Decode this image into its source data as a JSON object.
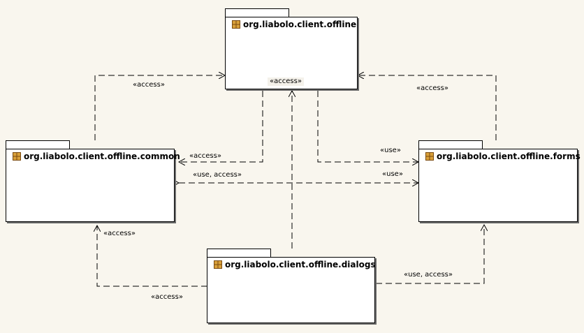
{
  "packages": {
    "offline": {
      "name": "org.liabolo.client.offline",
      "icon": "package-icon"
    },
    "common": {
      "name": "org.liabolo.client.offline.common",
      "icon": "package-icon"
    },
    "forms": {
      "name": "org.liabolo.client.offline.forms",
      "icon": "package-icon"
    },
    "dialogs": {
      "name": "org.liabolo.client.offline.dialogs",
      "icon": "package-icon"
    }
  },
  "dependencies": [
    {
      "from": "common",
      "to": "offline",
      "label": "«access»"
    },
    {
      "from": "dialogs",
      "to": "offline",
      "label": "«access»"
    },
    {
      "from": "forms",
      "to": "offline",
      "label": "«access»"
    },
    {
      "from": "offline",
      "to": "common",
      "label": "«access»"
    },
    {
      "from": "offline",
      "to": "forms",
      "label": "«use»"
    },
    {
      "from": "forms",
      "to": "common",
      "label": "«use, access»"
    },
    {
      "from": "common",
      "to": "forms",
      "label": "«use»"
    },
    {
      "from": "dialogs",
      "to": "common",
      "label": "«access»"
    },
    {
      "from": "common",
      "to": "dialogs",
      "label": "«access»"
    },
    {
      "from": "dialogs",
      "to": "forms",
      "label": "«use, access»"
    }
  ],
  "colors": {
    "background": "#f9f6ee",
    "package_fill": "#ffffff",
    "icon_fill": "#d8a03a"
  }
}
